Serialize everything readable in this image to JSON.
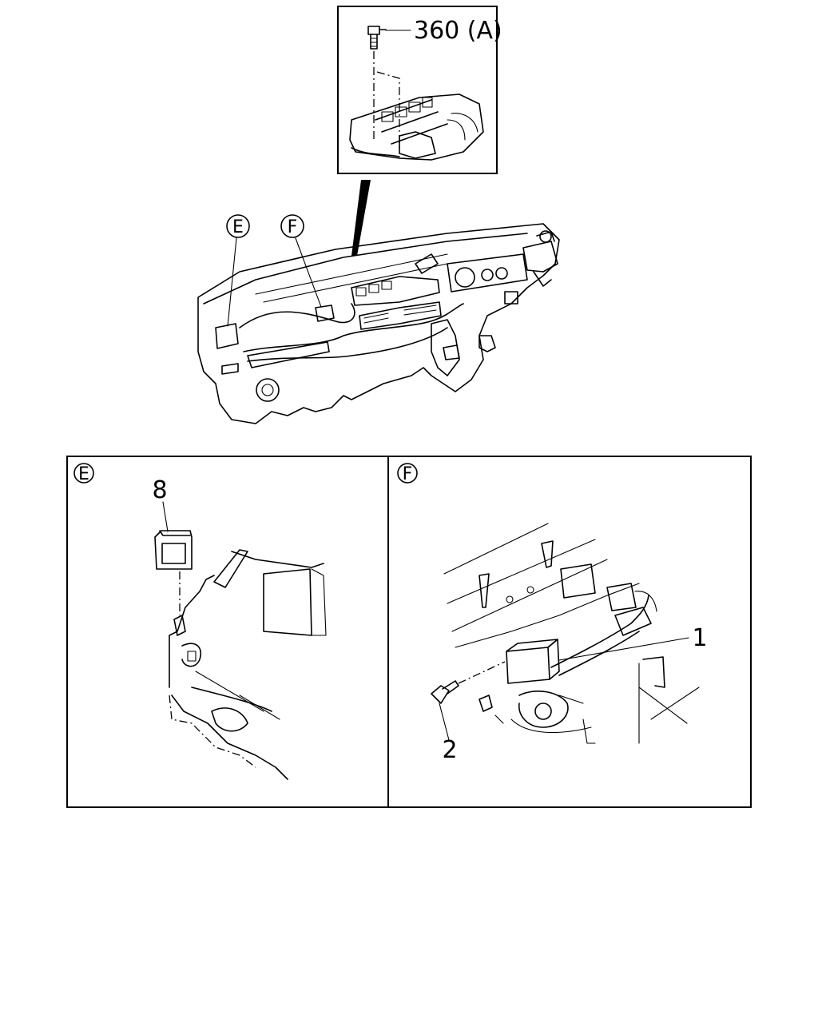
{
  "callouts": {
    "top_part_ref": "360 (A)",
    "view_e": "E",
    "view_f": "F",
    "panel_e_title": "E",
    "panel_f_title": "F",
    "part_8": "8",
    "part_1": "1",
    "part_2": "2"
  }
}
